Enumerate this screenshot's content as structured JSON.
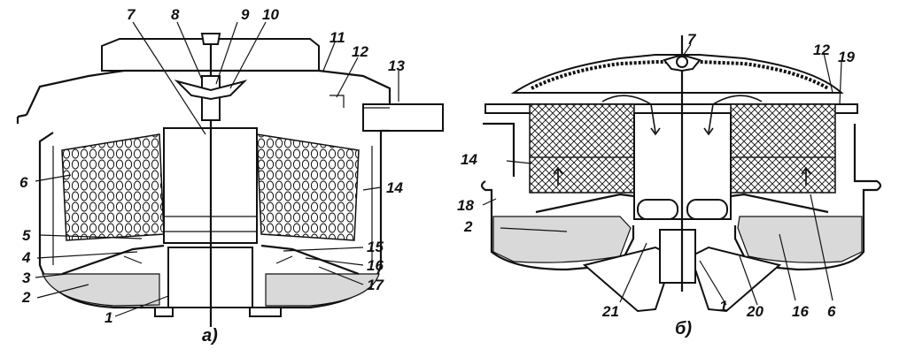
{
  "figure_a": {
    "caption": "а)",
    "callouts": [
      "1",
      "2",
      "3",
      "4",
      "5",
      "6",
      "7",
      "8",
      "9",
      "10",
      "11",
      "12",
      "13",
      "14",
      "15",
      "16",
      "17"
    ]
  },
  "figure_b": {
    "caption": "б)",
    "callouts": [
      "2",
      "6",
      "7",
      "12",
      "14",
      "16",
      "18",
      "19",
      "20",
      "21",
      "1"
    ]
  },
  "colors": {
    "ink": "#111111",
    "oil": "#d9d9d9",
    "background": "#ffffff"
  }
}
